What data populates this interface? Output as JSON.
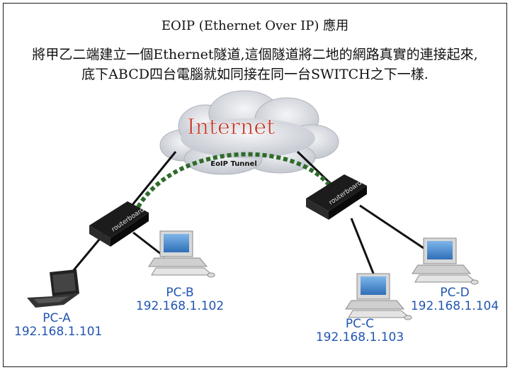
{
  "title": "EOIP (Ethernet Over IP) 應用",
  "description": [
    "將甲乙二端建立一個Ethernet隧道,這個隧道將二地的網路真實的連接起來,",
    "底下ABCD四台電腦就如同接在同一台SWITCH之下一樣."
  ],
  "cloud": {
    "label": "Internet",
    "tunnel_label": "EoIP Tunnel"
  },
  "router_brand": "routerboard",
  "pcs": [
    {
      "name": "PC-A",
      "ip": "192.168.1.101"
    },
    {
      "name": "PC-B",
      "ip": "192.168.1.102"
    },
    {
      "name": "PC-C",
      "ip": "192.168.1.103"
    },
    {
      "name": "PC-D",
      "ip": "192.168.1.104"
    }
  ],
  "colors": {
    "label": "#2255b0",
    "tunnel": "#2e6b2a",
    "internet_text": "#c0392b"
  }
}
